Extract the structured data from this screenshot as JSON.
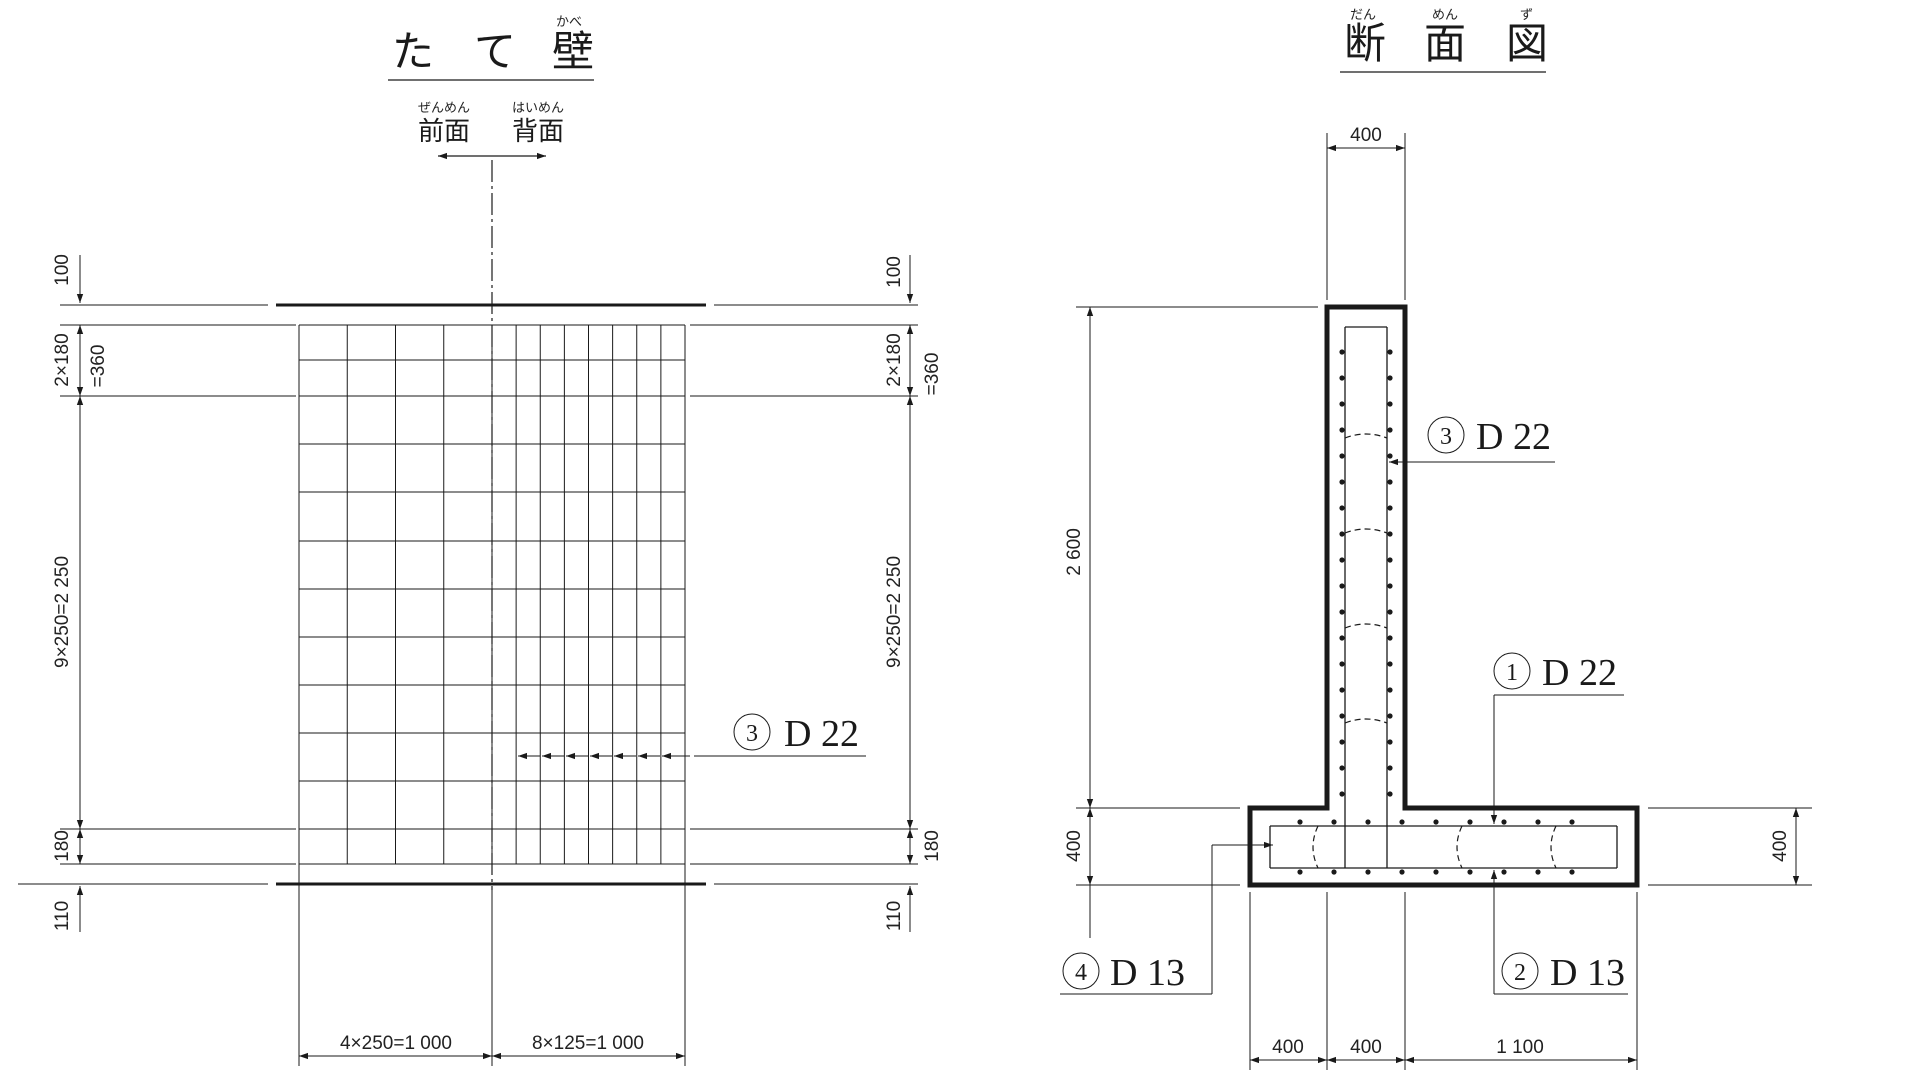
{
  "wall_view": {
    "title": "たて壁",
    "title_chars": [
      "た",
      "て",
      "壁"
    ],
    "title_ruby": "かべ",
    "front_label": "前面",
    "front_ruby": "ぜんめん",
    "back_label": "背面",
    "back_ruby": "はいめん",
    "dims_left": {
      "top": "100",
      "upper": "2×180",
      "upper_total": "=360",
      "middle": "9×250=2 250",
      "lower": "180",
      "bottom": "110"
    },
    "dims_right": {
      "top": "100",
      "upper": "2×180",
      "upper_total": "=360",
      "middle": "9×250=2 250",
      "lower": "180",
      "bottom": "110"
    },
    "dims_bottom": {
      "left": "4×250=1 000",
      "right": "8×125=1 000"
    },
    "bar_callout": {
      "num": "3",
      "label": "D 22"
    }
  },
  "section_view": {
    "title": "断面図",
    "title_chars": [
      "断",
      "面",
      "図"
    ],
    "title_ruby": [
      "だん",
      "めん",
      "ず"
    ],
    "dim_top": "400",
    "dim_wall_height": "2 600",
    "dim_base_left": "400",
    "dim_base_right": "400",
    "dims_bottom": [
      "400",
      "400",
      "1 100"
    ],
    "callouts": [
      {
        "num": "3",
        "label": "D 22"
      },
      {
        "num": "1",
        "label": "D 22"
      },
      {
        "num": "4",
        "label": "D 13"
      },
      {
        "num": "2",
        "label": "D 13"
      }
    ]
  }
}
